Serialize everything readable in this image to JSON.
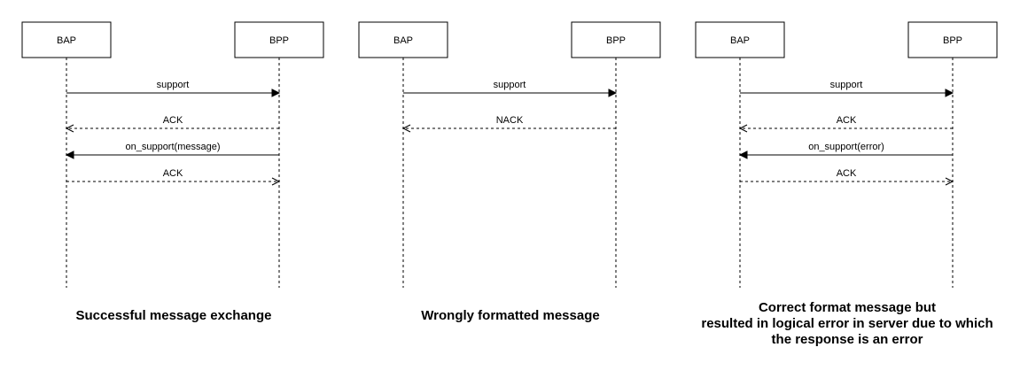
{
  "diagrams": [
    {
      "participants": [
        "BAP",
        "BPP"
      ],
      "messages": [
        {
          "label": "support",
          "from": "BAP",
          "to": "BPP",
          "style": "solid"
        },
        {
          "label": "ACK",
          "from": "BPP",
          "to": "BAP",
          "style": "dashed"
        },
        {
          "label": "on_support(message)",
          "from": "BPP",
          "to": "BAP",
          "style": "solid"
        },
        {
          "label": "ACK",
          "from": "BAP",
          "to": "BPP",
          "style": "dashed"
        }
      ],
      "caption": [
        "Successful message exchange"
      ]
    },
    {
      "participants": [
        "BAP",
        "BPP"
      ],
      "messages": [
        {
          "label": "support",
          "from": "BAP",
          "to": "BPP",
          "style": "solid"
        },
        {
          "label": "NACK",
          "from": "BPP",
          "to": "BAP",
          "style": "dashed"
        }
      ],
      "caption": [
        "Wrongly formatted message"
      ]
    },
    {
      "participants": [
        "BAP",
        "BPP"
      ],
      "messages": [
        {
          "label": "support",
          "from": "BAP",
          "to": "BPP",
          "style": "solid"
        },
        {
          "label": "ACK",
          "from": "BPP",
          "to": "BAP",
          "style": "dashed"
        },
        {
          "label": "on_support(error)",
          "from": "BPP",
          "to": "BAP",
          "style": "solid"
        },
        {
          "label": "ACK",
          "from": "BAP",
          "to": "BPP",
          "style": "dashed"
        }
      ],
      "caption": [
        "Correct format message but",
        "resulted in logical error in server due to which",
        "the response is an error"
      ]
    }
  ],
  "colors": {
    "line": "#000000",
    "box_fill": "#ffffff",
    "text": "#000000"
  }
}
